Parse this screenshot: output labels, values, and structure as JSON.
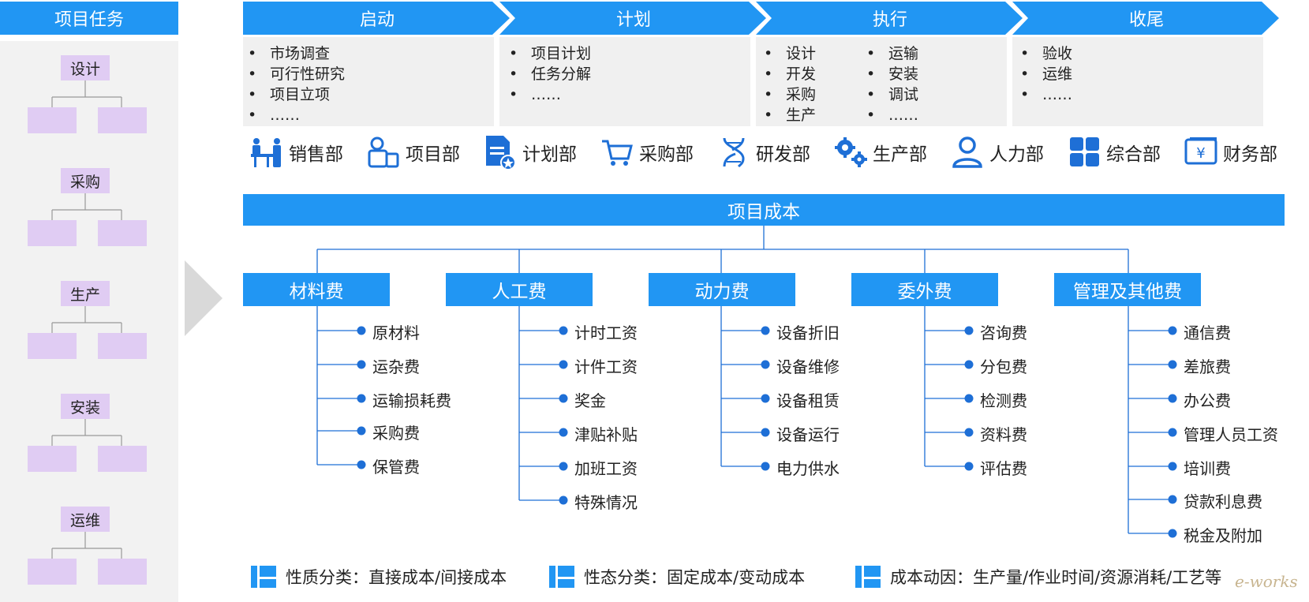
{
  "left": {
    "title": "项目任务",
    "tasks": [
      "设计",
      "采购",
      "生产",
      "安装",
      "运维"
    ]
  },
  "phases": [
    {
      "label": "启动",
      "items": [
        "市场调查",
        "可行性研究",
        "项目立项",
        "……"
      ]
    },
    {
      "label": "计划",
      "items": [
        "项目计划",
        "任务分解",
        "……"
      ]
    },
    {
      "label": "执行",
      "items_col1": [
        "设计",
        "开发",
        "采购",
        "生产"
      ],
      "items_col2": [
        "运输",
        "安装",
        "调试",
        "……"
      ]
    },
    {
      "label": "收尾",
      "items": [
        "验收",
        "运维",
        "……"
      ]
    }
  ],
  "departments": [
    {
      "label": "销售部",
      "icon": "sales-icon"
    },
    {
      "label": "项目部",
      "icon": "project-icon"
    },
    {
      "label": "计划部",
      "icon": "plan-icon"
    },
    {
      "label": "采购部",
      "icon": "cart-icon"
    },
    {
      "label": "研发部",
      "icon": "dna-icon"
    },
    {
      "label": "生产部",
      "icon": "gears-icon"
    },
    {
      "label": "人力部",
      "icon": "person-icon"
    },
    {
      "label": "综合部",
      "icon": "grid-icon"
    },
    {
      "label": "财务部",
      "icon": "yuan-icon"
    }
  ],
  "cost": {
    "title": "项目成本",
    "categories": [
      {
        "label": "材料费",
        "items": [
          "原材料",
          "运杂费",
          "运输损耗费",
          "采购费",
          "保管费"
        ]
      },
      {
        "label": "人工费",
        "items": [
          "计时工资",
          "计件工资",
          "奖金",
          "津贴补贴",
          "加班工资",
          "特殊情况"
        ]
      },
      {
        "label": "动力费",
        "items": [
          "设备折旧",
          "设备维修",
          "设备租赁",
          "设备运行",
          "电力供水"
        ]
      },
      {
        "label": "委外费",
        "items": [
          "咨询费",
          "分包费",
          "检测费",
          "资料费",
          "评估费"
        ]
      },
      {
        "label": "管理及其他费",
        "items": [
          "通信费",
          "差旅费",
          "办公费",
          "管理人员工资",
          "培训费",
          "贷款利息费",
          "税金及附加"
        ]
      }
    ]
  },
  "legend": [
    "性质分类：直接成本/间接成本",
    "性态分类：固定成本/变动成本",
    "成本动因：生产量/作业时间/资源消耗/工艺等"
  ],
  "watermark": "e-works",
  "colors": {
    "accent": "#2196f3",
    "task_box": "#e0ccf3",
    "panel": "#f2f2f2",
    "dot": "#1e6fd6"
  }
}
